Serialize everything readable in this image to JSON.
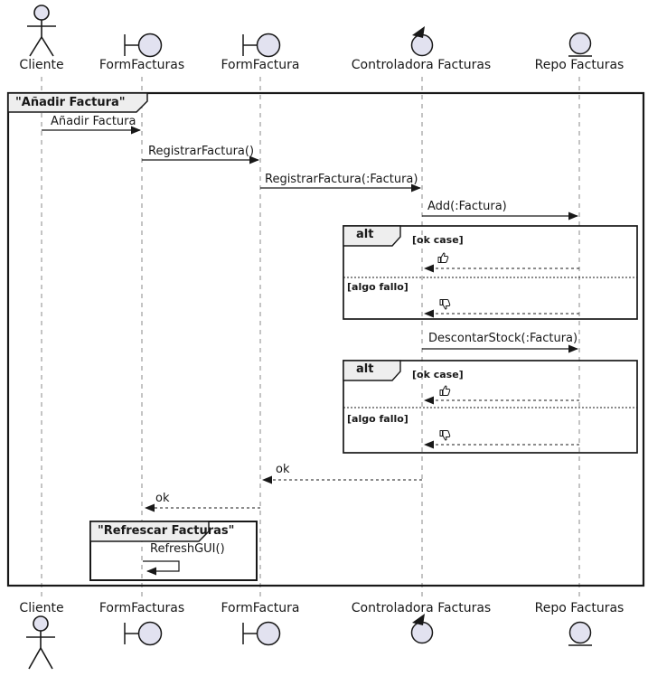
{
  "diagram_type": "uml-sequence",
  "colors": {
    "background": "#FFFFFF",
    "participant_fill": "#E2E2F0",
    "line": "#181818",
    "frame_tab_fill": "#EEEEEE",
    "lifeline": "#888888"
  },
  "participants": [
    {
      "name": "Cliente",
      "kind": "actor"
    },
    {
      "name": "FormFacturas",
      "kind": "boundary"
    },
    {
      "name": "FormFactura",
      "kind": "boundary"
    },
    {
      "name": "Controladora Facturas",
      "kind": "control"
    },
    {
      "name": "Repo Facturas",
      "kind": "entity"
    }
  ],
  "frames": {
    "main": {
      "title": "\"Añadir Factura\""
    },
    "inner": {
      "title": "\"Refrescar Facturas\""
    }
  },
  "fragments": {
    "alt1": {
      "operator": "alt",
      "guards": [
        "[ok case]",
        "[algo fallo]"
      ]
    },
    "alt2": {
      "operator": "alt",
      "guards": [
        "[ok case]",
        "[algo fallo]"
      ]
    }
  },
  "messages": [
    {
      "label": "Añadir Factura",
      "from": "Cliente",
      "to": "FormFacturas",
      "kind": "call"
    },
    {
      "label": "RegistrarFactura()",
      "from": "FormFacturas",
      "to": "FormFactura",
      "kind": "call"
    },
    {
      "label": "RegistrarFactura(:Factura)",
      "from": "FormFactura",
      "to": "Controladora Facturas",
      "kind": "call"
    },
    {
      "label": "Add(:Factura)",
      "from": "Controladora Facturas",
      "to": "Repo Facturas",
      "kind": "call"
    },
    {
      "icon": "thumbs-up-icon",
      "from": "Repo Facturas",
      "to": "Controladora Facturas",
      "kind": "return"
    },
    {
      "icon": "thumbs-down-icon",
      "from": "Repo Facturas",
      "to": "Controladora Facturas",
      "kind": "return"
    },
    {
      "label": "DescontarStock(:Factura)",
      "from": "Controladora Facturas",
      "to": "Repo Facturas",
      "kind": "call"
    },
    {
      "icon": "thumbs-up-icon",
      "from": "Repo Facturas",
      "to": "Controladora Facturas",
      "kind": "return"
    },
    {
      "icon": "thumbs-down-icon",
      "from": "Repo Facturas",
      "to": "Controladora Facturas",
      "kind": "return"
    },
    {
      "label": "ok",
      "from": "Controladora Facturas",
      "to": "FormFactura",
      "kind": "return"
    },
    {
      "label": "ok",
      "from": "FormFactura",
      "to": "FormFacturas",
      "kind": "return"
    },
    {
      "label": "RefreshGUI()",
      "from": "FormFacturas",
      "to": "FormFacturas",
      "kind": "self"
    }
  ]
}
